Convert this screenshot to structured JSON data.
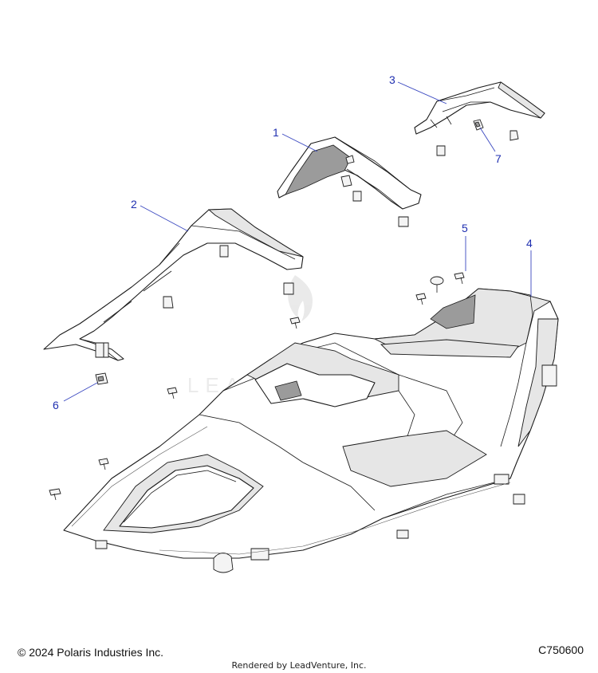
{
  "callouts": [
    {
      "label": "1"
    },
    {
      "label": "2"
    },
    {
      "label": "3"
    },
    {
      "label": "4"
    },
    {
      "label": "5"
    },
    {
      "label": "6"
    },
    {
      "label": "7"
    }
  ],
  "footer": {
    "copyright": "© 2024 Polaris Industries Inc.",
    "figure_code": "C750600",
    "rendered_by": "Rendered by LeadVenture, Inc."
  },
  "watermark": {
    "text": "LEADVENTURE",
    "icon": "flame-logo-icon"
  },
  "colors": {
    "callout": "#1f2fb0",
    "line": "#1a1a1a"
  }
}
